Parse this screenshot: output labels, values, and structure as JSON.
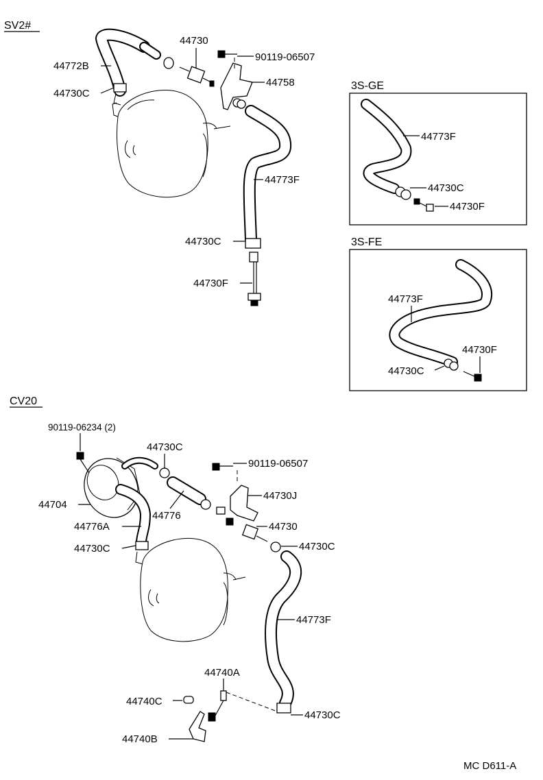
{
  "sections": {
    "sv2": "SV2#",
    "cv20": "CV20",
    "ge": "3S-GE",
    "fe": "3S-FE"
  },
  "labels": {
    "sv2_44730": "44730",
    "sv2_90119_06507": "90119-06507",
    "sv2_44772B": "44772B",
    "sv2_44758": "44758",
    "sv2_44730C_top": "44730C",
    "sv2_44773F": "44773F",
    "sv2_44730C_bottom": "44730C",
    "sv2_44730F": "44730F",
    "ge_44773F": "44773F",
    "ge_44730C": "44730C",
    "ge_44730F": "44730F",
    "fe_44773F": "44773F",
    "fe_44730F": "44730F",
    "fe_44730C": "44730C",
    "cv_90119_06234": "90119-06234 (2)",
    "cv_44730C_top": "44730C",
    "cv_90119_06507": "90119-06507",
    "cv_44704": "44704",
    "cv_44730J": "44730J",
    "cv_44776": "44776",
    "cv_44776A": "44776A",
    "cv_44730": "44730",
    "cv_44730C_left": "44730C",
    "cv_44730C_right": "44730C",
    "cv_44773F": "44773F",
    "cv_44740A": "44740A",
    "cv_44740C": "44740C",
    "cv_44730C_bottom": "44730C",
    "cv_44740B": "44740B"
  },
  "footer": {
    "code": "MC D611-A"
  }
}
